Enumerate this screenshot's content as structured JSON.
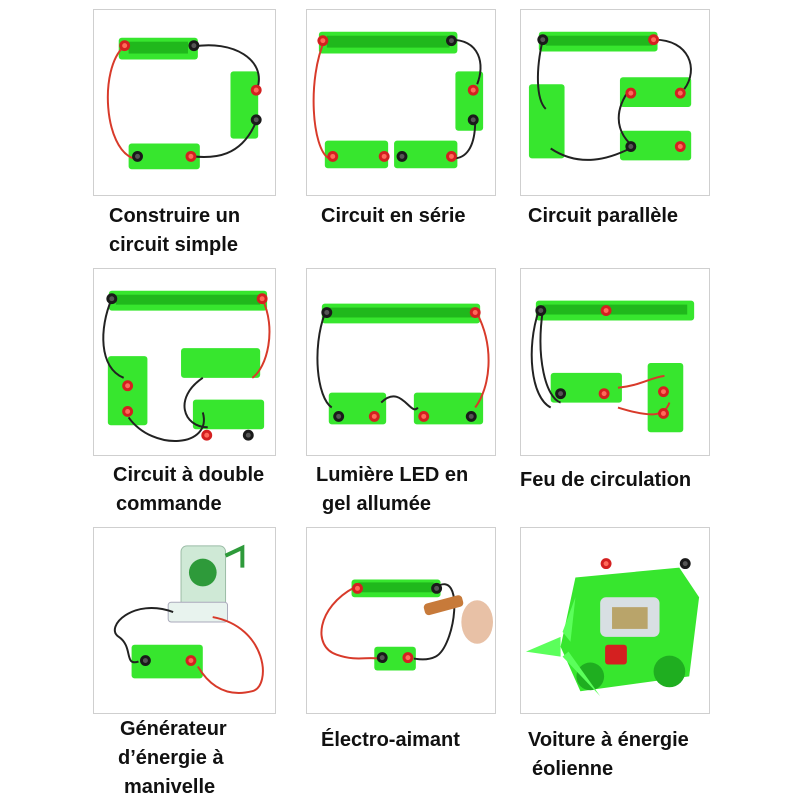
{
  "colors": {
    "board": "#37e62e",
    "board_dark": "#20b81c",
    "terminal_red": "#d42020",
    "terminal_black": "#1a1a1a",
    "wire_red": "#d83a2a",
    "wire_black": "#222222",
    "panel_border": "#cfcfcf"
  },
  "panels": [
    {
      "caption_lines": [
        "Construire un",
        "circuit simple"
      ]
    },
    {
      "caption_lines": [
        "Circuit en série"
      ]
    },
    {
      "caption_lines": [
        "Circuit parallèle"
      ]
    },
    {
      "caption_lines": [
        "Circuit à double",
        "commande"
      ]
    },
    {
      "caption_lines": [
        "Lumière LED en",
        "gel allumée"
      ]
    },
    {
      "caption_lines": [
        "Feu de circulation"
      ]
    },
    {
      "caption_lines": [
        "Générateur",
        "d’énergie à",
        "manivelle"
      ]
    },
    {
      "caption_lines": [
        "Électro-aimant"
      ]
    },
    {
      "caption_lines": [
        "Voiture à énergie",
        "éolienne"
      ]
    }
  ]
}
